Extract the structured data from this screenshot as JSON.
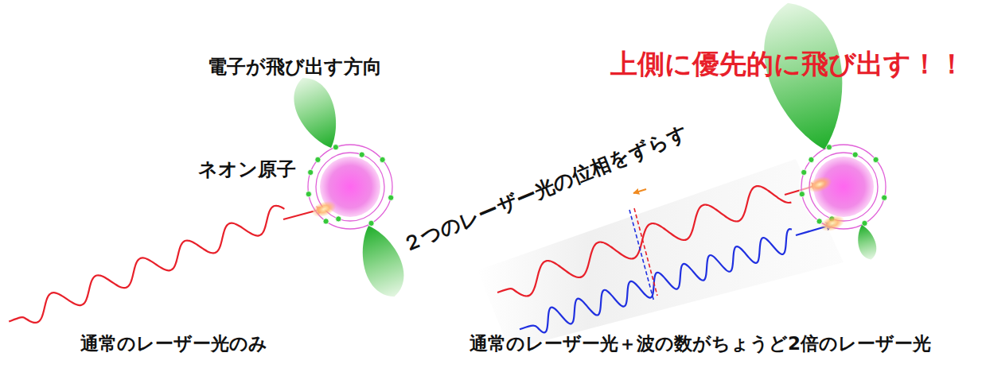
{
  "diagram": {
    "labels": [
      "電子が飛び出す方向",
      "ネオン原子",
      "通常のレーザー光のみ",
      "上側に優先的に飛び出す！！",
      "２つのレーザー光の位相をずらす",
      "通常のレーザー光＋波の数がちょうど2倍のレーザー光"
    ]
  }
}
